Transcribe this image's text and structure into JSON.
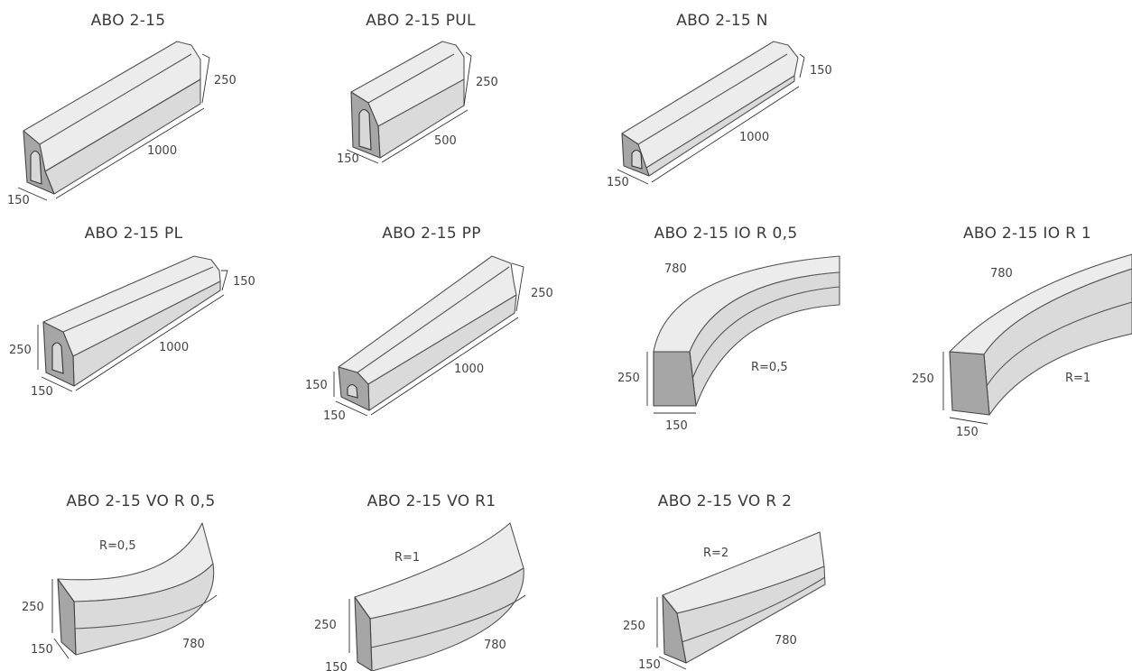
{
  "items": [
    {
      "title": "ABO 2-15",
      "dims": {
        "width": "150",
        "height": "250",
        "length": "1000"
      }
    },
    {
      "title": "ABO 2-15 PUL",
      "dims": {
        "width": "150",
        "height": "250",
        "length": "500"
      }
    },
    {
      "title": "ABO 2-15 N",
      "dims": {
        "width": "150",
        "height": "150",
        "length": "1000"
      }
    },
    {
      "title": "ABO 2-15 PL",
      "dims": {
        "width": "150",
        "height": "250",
        "height_end": "150",
        "length": "1000"
      }
    },
    {
      "title": "ABO 2-15 PP",
      "dims": {
        "width": "150",
        "height": "150",
        "height_end": "250",
        "length": "1000"
      }
    },
    {
      "title": "ABO 2-15 IO R 0,5",
      "dims": {
        "width": "150",
        "height": "250",
        "length": "780",
        "radius": "R=0,5"
      }
    },
    {
      "title": "ABO 2-15 IO R 1",
      "dims": {
        "width": "150",
        "height": "250",
        "length": "780",
        "radius": "R=1"
      }
    },
    {
      "title": "ABO 2-15 VO R 0,5",
      "dims": {
        "width": "150",
        "height": "250",
        "length": "780",
        "radius": "R=0,5"
      }
    },
    {
      "title": "ABO 2-15 VO R1",
      "dims": {
        "width": "150",
        "height": "250",
        "length": "780",
        "radius": "R=1"
      }
    },
    {
      "title": "ABO 2-15 VO R 2",
      "dims": {
        "width": "150",
        "height": "250",
        "length": "780",
        "radius": "R=2"
      }
    }
  ]
}
